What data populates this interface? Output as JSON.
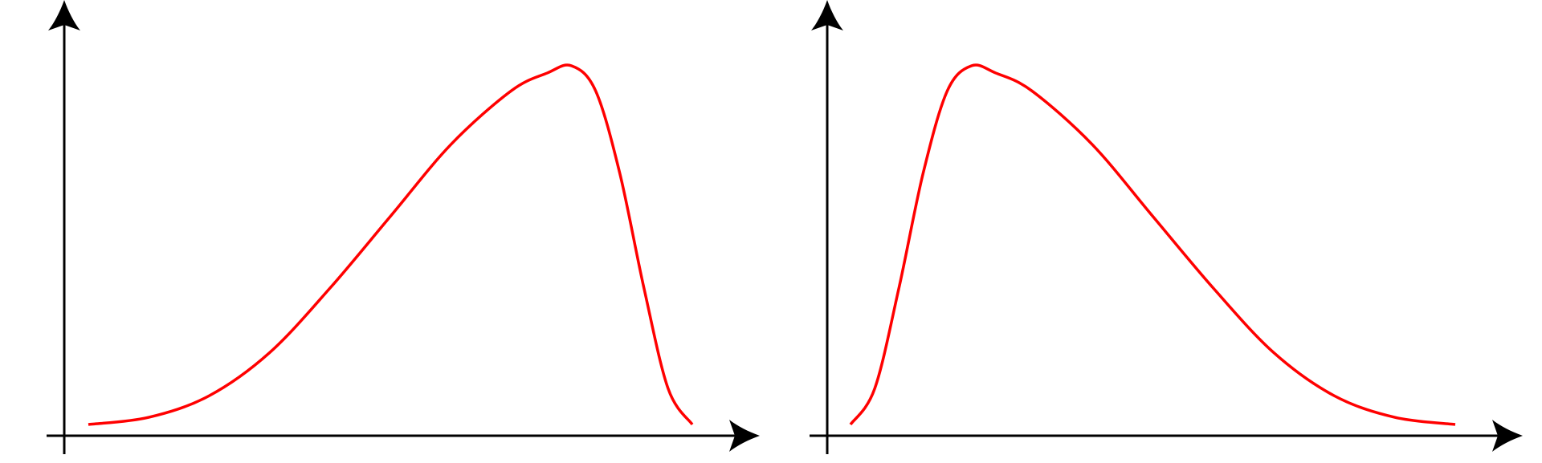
{
  "colors": {
    "axis": "#000000",
    "curve": "#ff0000",
    "background": "#ffffff"
  },
  "panels": [
    {
      "id": "left",
      "skew": "left-skewed",
      "curve_points": [
        [
          0.0,
          0.0
        ],
        [
          0.1,
          0.02
        ],
        [
          0.2,
          0.08
        ],
        [
          0.3,
          0.2
        ],
        [
          0.4,
          0.38
        ],
        [
          0.5,
          0.58
        ],
        [
          0.6,
          0.78
        ],
        [
          0.7,
          0.93
        ],
        [
          0.76,
          0.98
        ],
        [
          0.8,
          1.0
        ],
        [
          0.84,
          0.93
        ],
        [
          0.88,
          0.7
        ],
        [
          0.92,
          0.38
        ],
        [
          0.96,
          0.1
        ],
        [
          1.0,
          0.0
        ]
      ]
    },
    {
      "id": "right",
      "skew": "right-skewed",
      "curve_points": [
        [
          0.0,
          0.0
        ],
        [
          0.04,
          0.1
        ],
        [
          0.08,
          0.38
        ],
        [
          0.12,
          0.7
        ],
        [
          0.16,
          0.93
        ],
        [
          0.2,
          1.0
        ],
        [
          0.24,
          0.98
        ],
        [
          0.3,
          0.93
        ],
        [
          0.4,
          0.78
        ],
        [
          0.5,
          0.58
        ],
        [
          0.6,
          0.38
        ],
        [
          0.7,
          0.2
        ],
        [
          0.8,
          0.08
        ],
        [
          0.9,
          0.02
        ],
        [
          1.0,
          0.0
        ]
      ]
    }
  ]
}
